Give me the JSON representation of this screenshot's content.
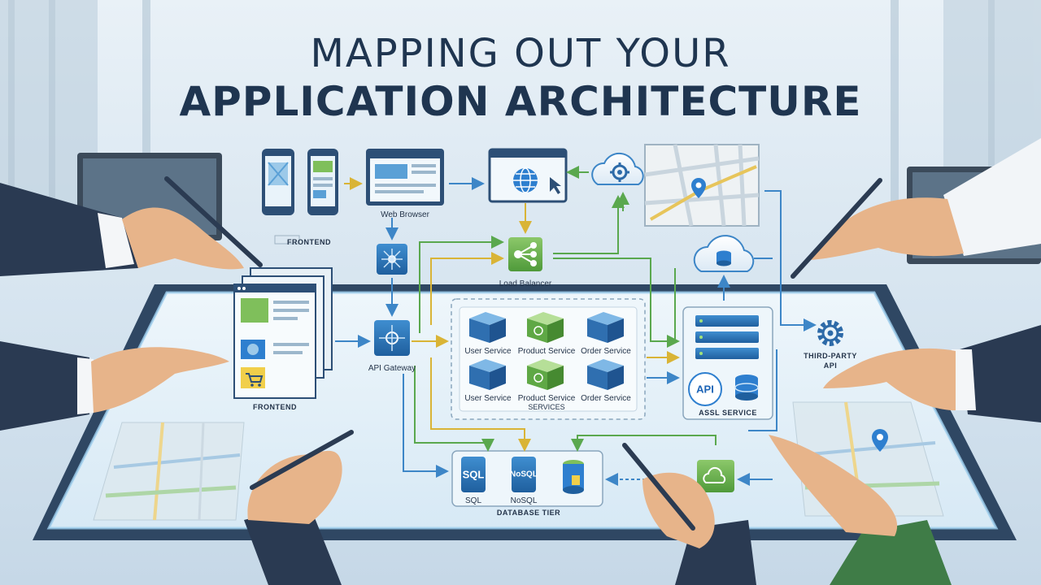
{
  "title": {
    "line1": "MAPPING OUT YOUR",
    "line2": "APPLICATION ARCHITECTURE"
  },
  "labels": {
    "web_browser": "Web Browser",
    "frontend_top": "FRONTEND",
    "frontend_bottom": "FRONTEND",
    "load_balancer": "Load Balancer",
    "api_gateway": "API Gateway",
    "user_service_1": "User Service",
    "product_service_1": "Product Service",
    "order_service_1": "Order Service",
    "user_service_2": "User Service",
    "product_service_2": "Product Service",
    "order_service_2": "Order Service",
    "services": "SERVICES",
    "third_party_line1": "THIRD-PARTY",
    "third_party_line2": "API",
    "assl_service": "ASSL SERVICE",
    "api_badge": "API",
    "sql_label": "SQL",
    "nosql_label": "NoSQL",
    "sql_badge": "SQL",
    "nosql_badge": "NoSQL",
    "database_tier": "DATABASE TIER"
  },
  "colors": {
    "title": "#1f3550",
    "accent_blue": "#2e6fb0",
    "accent_green": "#6db34c",
    "arrow_yellow": "#d9b436",
    "arrow_blue": "#3d86c7",
    "arrow_green": "#5aa84e"
  },
  "icons": [
    "globe-icon",
    "gear-icon",
    "cloud-icon",
    "map-pin-icon",
    "cart-icon",
    "database-icon",
    "share-nodes-icon",
    "server-icon",
    "pen-icon",
    "hand-icon"
  ]
}
